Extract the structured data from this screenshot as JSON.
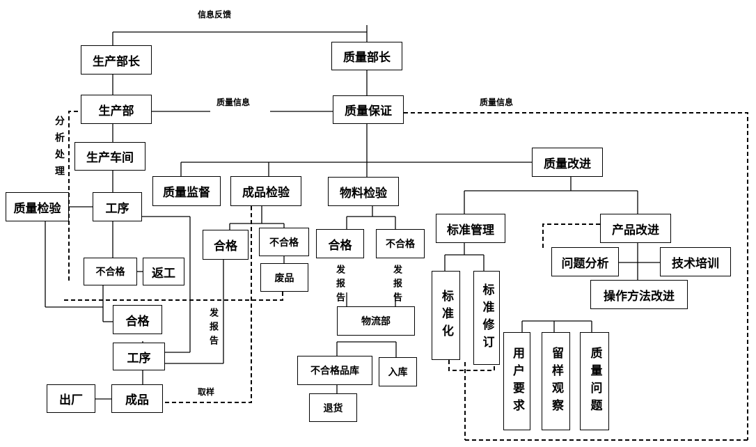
{
  "feedback_label": "信息反馈",
  "quality_info_left": "质量信息",
  "quality_info_right": "质量信息",
  "analyze_label": "分析处理",
  "report_label_a": "发报告",
  "report_label_b": "发报告",
  "report_label_c": "发报告",
  "sample_label": "取样",
  "nodes": {
    "production_head": "生产部长",
    "quality_head": "质量部长",
    "production_dept": "生产部",
    "quality_assurance": "质量保证",
    "workshop": "生产车间",
    "quality_check": "质量检验",
    "process1": "工序",
    "unqualified1": "不合格",
    "rework": "返工",
    "qualified1": "合格",
    "process2": "工序",
    "finished_product": "成品",
    "factory_exit": "出厂",
    "quality_supervision": "质量监督",
    "product_inspection": "成品检验",
    "qualified2": "合格",
    "unqualified2": "不合格",
    "scrap": "废品",
    "material_inspection": "物料检验",
    "qualified3": "合格",
    "unqualified3": "不合格",
    "logistics": "物流部",
    "unqualified_store": "不合格品库",
    "warehousing": "入库",
    "return_goods": "退货",
    "quality_improvement": "质量改进",
    "standard_management": "标准管理",
    "product_improvement": "产品改进",
    "standardization": "标准化",
    "standard_revision": "标准修订",
    "problem_analysis": "问题分析",
    "tech_training": "技术培训",
    "method_improvement": "操作方法改进",
    "user_requirements": "用户要求",
    "sample_observation": "留样观察",
    "quality_problems": "质量问题"
  }
}
